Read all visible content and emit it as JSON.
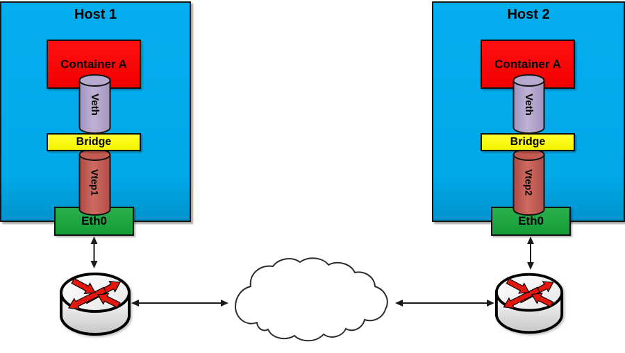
{
  "hosts": [
    {
      "title": "Host 1",
      "container_label": "Container A",
      "veth_label": "Veth",
      "bridge_label": "Bridge",
      "vtep_label": "Vtep1",
      "eth_label": "Eth0"
    },
    {
      "title": "Host 2",
      "container_label": "Container A",
      "veth_label": "Veth",
      "bridge_label": "Bridge",
      "vtep_label": "Vtep2",
      "eth_label": "Eth0"
    }
  ],
  "icons": {
    "router": "router-icon",
    "cloud": "network-cloud-icon"
  },
  "colors": {
    "host_fill": "#00ACEC",
    "container_fill": "#FA0000",
    "bridge_fill": "#FFFF00",
    "eth0_fill": "#1BA43D",
    "veth_cylinder_fill": "#B2A4C7",
    "vtep_cylinder_fill": "#C0504D",
    "router_fill": "#F2F2F2",
    "router_arrows": "#E3170D",
    "outline": "#000000"
  }
}
